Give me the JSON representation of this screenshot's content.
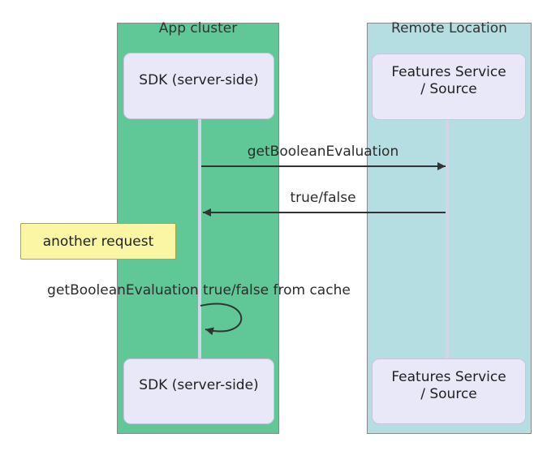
{
  "regions": [
    {
      "label": "App cluster",
      "fill": "#5fc896",
      "border": "#888888"
    },
    {
      "label": "Remote Location",
      "fill": "#b4dee2",
      "border": "#888888"
    }
  ],
  "actors": [
    {
      "id": "sdk-top",
      "lines": [
        "SDK (server-side)"
      ]
    },
    {
      "id": "features-top",
      "lines": [
        "Features Service",
        "/ Source"
      ]
    },
    {
      "id": "sdk-bottom",
      "lines": [
        "SDK (server-side)"
      ]
    },
    {
      "id": "features-bottom",
      "lines": [
        "Features Service",
        "/ Source"
      ]
    }
  ],
  "messages": [
    {
      "label": "getBooleanEvaluation",
      "from": "SDK (server-side)",
      "to": "Features Service / Source",
      "direction": "right"
    },
    {
      "label": "true/false",
      "from": "Features Service / Source",
      "to": "SDK (server-side)",
      "direction": "left"
    },
    {
      "label": "getBooleanEvaluation true/false from cache",
      "from": "SDK (server-side)",
      "to": "SDK (server-side)",
      "direction": "self"
    }
  ],
  "note": {
    "text": "another request",
    "fill": "#fbf6a3",
    "border": "#aea53f"
  },
  "colors": {
    "arrow": "#333333",
    "actor_fill": "#e8e8f8",
    "actor_border": "#ccc2e0",
    "lifeline": "#d4d4e8",
    "text": "#2b2b2b",
    "canvas_bg": "#ffffff"
  }
}
